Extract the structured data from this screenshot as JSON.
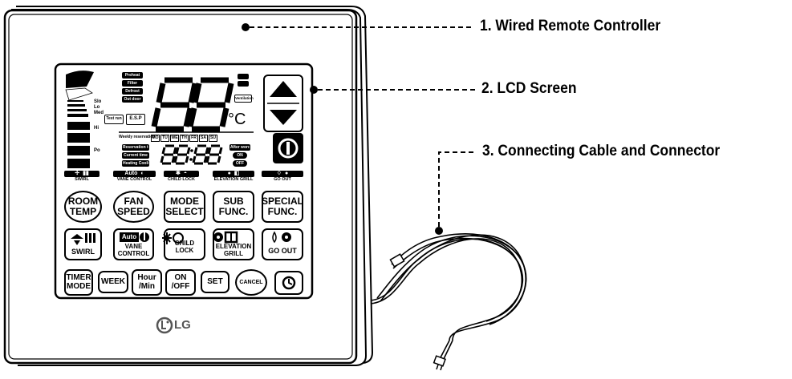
{
  "callouts": {
    "c1": "1. Wired Remote Controller",
    "c2": "2. LCD Screen",
    "c3": "3. Connecting Cable and Connector"
  },
  "lcd": {
    "status_tags": [
      "Preheat",
      "Filter",
      "Defrost",
      "Out door"
    ],
    "fan_levels": [
      "Slo",
      "Lo",
      "Med",
      "Hi",
      "Po"
    ],
    "test_run": "Test run",
    "esp": "E.S.P",
    "big_digits": "88",
    "unit": "°C",
    "weekly_label": "Weekly reservation",
    "days": [
      "MO",
      "TU",
      "WE",
      "TH",
      "FR",
      "SA",
      "SU"
    ],
    "small_tags": [
      "Reservation time",
      "Current time",
      "Heating Cooling"
    ],
    "time_digits": "88:88",
    "after_word": "After word",
    "on": "ON",
    "off": "OFF",
    "ventilation": "Ventilation"
  },
  "strips": {
    "swirl": "SWIRL",
    "vane": "VANE CONTROL",
    "vane_auto": "Auto",
    "child": "CHILD LOCK",
    "elevation": "ELEVATION GRILL",
    "goout": "GO OUT"
  },
  "buttons": {
    "room_temp": [
      "ROOM",
      "TEMP"
    ],
    "fan_speed": [
      "FAN",
      "SPEED"
    ],
    "mode_select": [
      "MODE",
      "SELECT"
    ],
    "sub_func": [
      "SUB",
      "FUNC."
    ],
    "special_func": [
      "SPECIAL",
      "FUNC."
    ],
    "swirl": "SWIRL",
    "vane_control": [
      "VANE",
      "CONTROL"
    ],
    "vane_auto": "Auto",
    "child_lock": "CHILD LOCK",
    "elevation_grill": [
      "ELEVATION",
      "GRILL"
    ],
    "go_out": "GO OUT",
    "timer_mode": [
      "TIMER",
      "MODE"
    ],
    "week": "WEEK",
    "hour_min": [
      "Hour",
      "/Min"
    ],
    "on_off": [
      "ON",
      "/OFF"
    ],
    "set": "SET",
    "cancel": "CANCEL"
  },
  "logo": "LG"
}
